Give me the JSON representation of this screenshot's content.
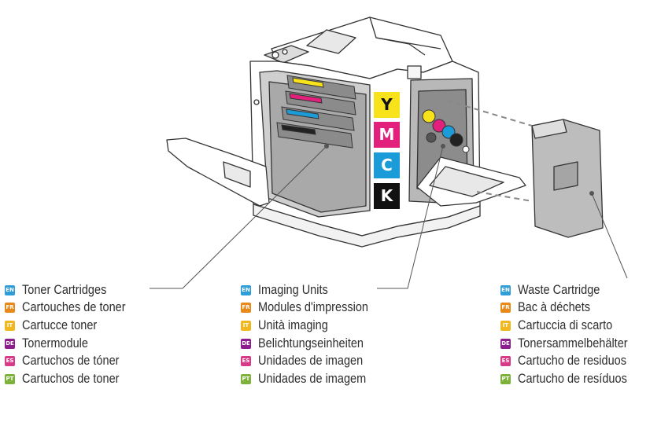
{
  "colors": {
    "badge_en": "#2f9ed8",
    "badge_fr": "#e88a1a",
    "badge_it": "#f1b71e",
    "badge_de": "#8d1d8e",
    "badge_es": "#d83a8a",
    "badge_pt": "#7db23a",
    "yellow": "#f7e21b",
    "magenta": "#e3207c",
    "cyan": "#1b9cd8",
    "black": "#111111"
  },
  "toner_swatches": {
    "yellow": "Y",
    "magenta": "M",
    "cyan": "C",
    "black": "K"
  },
  "labels": {
    "toner": {
      "en": "Toner Cartridges",
      "fr": "Cartouches de toner",
      "it": "Cartucce toner",
      "de": "Tonermodule",
      "es": "Cartuchos de tóner",
      "pt": "Cartuchos de toner"
    },
    "imaging": {
      "en": "Imaging Units",
      "fr": "Modules d'impression",
      "it": "Unità imaging",
      "de": "Belichtungseinheiten",
      "es": "Unidades de imagen",
      "pt": "Unidades de imagem"
    },
    "waste": {
      "en": "Waste Cartridge",
      "fr": "Bac à déchets",
      "it": "Cartuccia di scarto",
      "de": "Tonersammelbehälter",
      "es": "Cartucho de residuos",
      "pt": "Cartucho de resíduos"
    }
  },
  "language_codes": {
    "en": "EN",
    "fr": "FR",
    "it": "IT",
    "de": "DE",
    "es": "ES",
    "pt": "PT"
  }
}
